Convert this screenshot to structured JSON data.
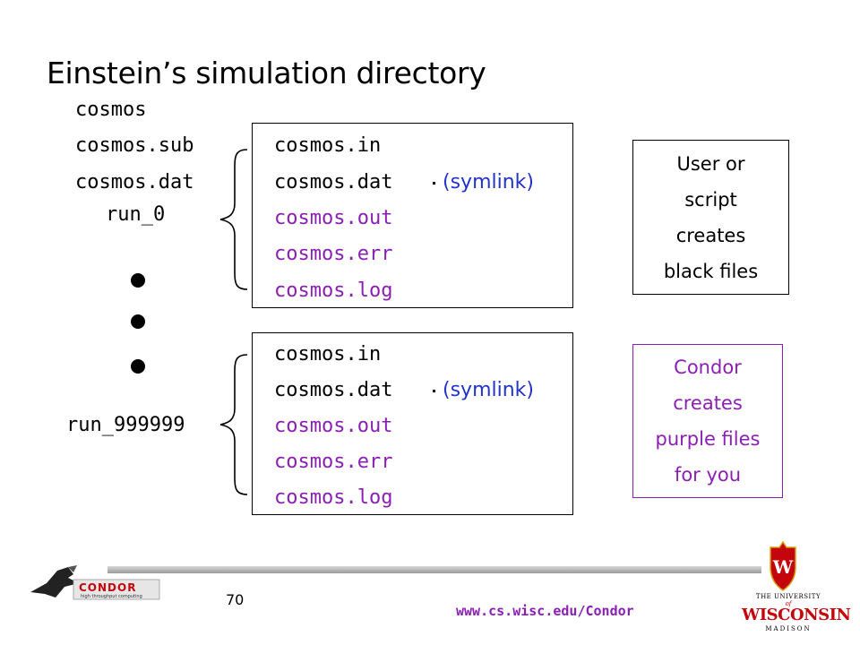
{
  "slide": {
    "title": "Einstein’s simulation directory",
    "top_files": [
      "cosmos",
      "cosmos.sub",
      "cosmos.dat"
    ],
    "run_first": "run_0",
    "run_last": "run_999999",
    "dir1_files": [
      {
        "name": "cosmos.in",
        "color": "black"
      },
      {
        "name": "cosmos.dat",
        "color": "black"
      },
      {
        "name": "cosmos.out",
        "color": "purple"
      },
      {
        "name": "cosmos.err",
        "color": "purple"
      },
      {
        "name": "cosmos.log",
        "color": "purple"
      }
    ],
    "dir2_files": [
      {
        "name": "cosmos.in",
        "color": "black"
      },
      {
        "name": "cosmos.dat",
        "color": "black"
      },
      {
        "name": "cosmos.out",
        "color": "purple"
      },
      {
        "name": "cosmos.err",
        "color": "purple"
      },
      {
        "name": "cosmos.log",
        "color": "purple"
      }
    ],
    "symlink_label": "(symlink)",
    "note_black": [
      "User or",
      "script",
      "creates",
      "black files"
    ],
    "note_purple": [
      "Condor",
      "creates",
      "purple files",
      "for you"
    ]
  },
  "footer": {
    "page_number": "70",
    "url": "www.cs.wisc.edu/Condor",
    "condor_logo_text": "CONDOR",
    "condor_logo_sub": "high throughput computing",
    "uw_logo_line1": "THE UNIVERSITY",
    "uw_logo_line2": "of",
    "uw_logo_line3": "WISCONSIN",
    "uw_logo_line4": "MADISON"
  },
  "colors": {
    "purple": "#8B1FB4",
    "symlink_blue": "#2233CC",
    "uw_red": "#C5050C"
  }
}
